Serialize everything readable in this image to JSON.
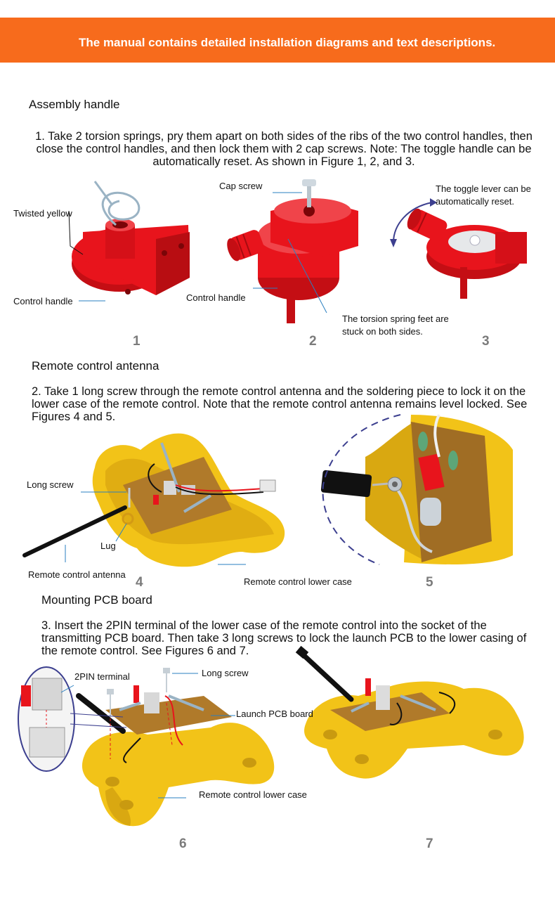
{
  "banner": {
    "text": "The manual contains detailed installation diagrams and text descriptions."
  },
  "section1": {
    "heading": "Assembly handle",
    "paragraph": "1. Take 2 torsion springs, pry them apart on both sides of the ribs of the two control handles, then close the control handles, and then lock them with 2 cap screws. Note: The toggle handle can be automatically reset. As shown in Figure 1, 2, and 3.",
    "labels": {
      "twisted_yellow": "Twisted yellow",
      "control_handle_1": "Control handle",
      "cap_screw": "Cap screw",
      "control_handle_2": "Control handle",
      "torsion_feet": "The torsion spring feet are stuck on both sides.",
      "toggle_lever": "The toggle lever can be automatically reset."
    },
    "figures": [
      "1",
      "2",
      "3"
    ]
  },
  "section2": {
    "heading": "Remote control antenna",
    "paragraph": "2. Take 1 long screw through the remote control antenna and the soldering piece to lock it on the lower case of the remote control. Note that the remote control antenna remains level locked. See Figures 4 and 5.",
    "labels": {
      "long_screw": "Long screw",
      "lug": "Lug",
      "antenna": "Remote control antenna",
      "lower_case": "Remote control lower case"
    },
    "figures": [
      "4",
      "5"
    ]
  },
  "section3": {
    "heading": "Mounting PCB board",
    "paragraph": "3. Insert the 2PIN terminal of the lower case of the remote control into the socket of the transmitting PCB board. Then take 3 long screws to lock the launch PCB to the lower casing of the remote control. See Figures 6 and 7.",
    "labels": {
      "pin_terminal": "2PIN terminal",
      "long_screw": "Long screw",
      "launch_pcb": "Launch PCB board",
      "lower_case": "Remote control lower case"
    },
    "figures": [
      "6",
      "7"
    ]
  },
  "colors": {
    "banner": "#f76b1c",
    "handle_red": "#e8141c",
    "case_yellow": "#f2c318",
    "pcb_brown": "#b07a2a"
  }
}
